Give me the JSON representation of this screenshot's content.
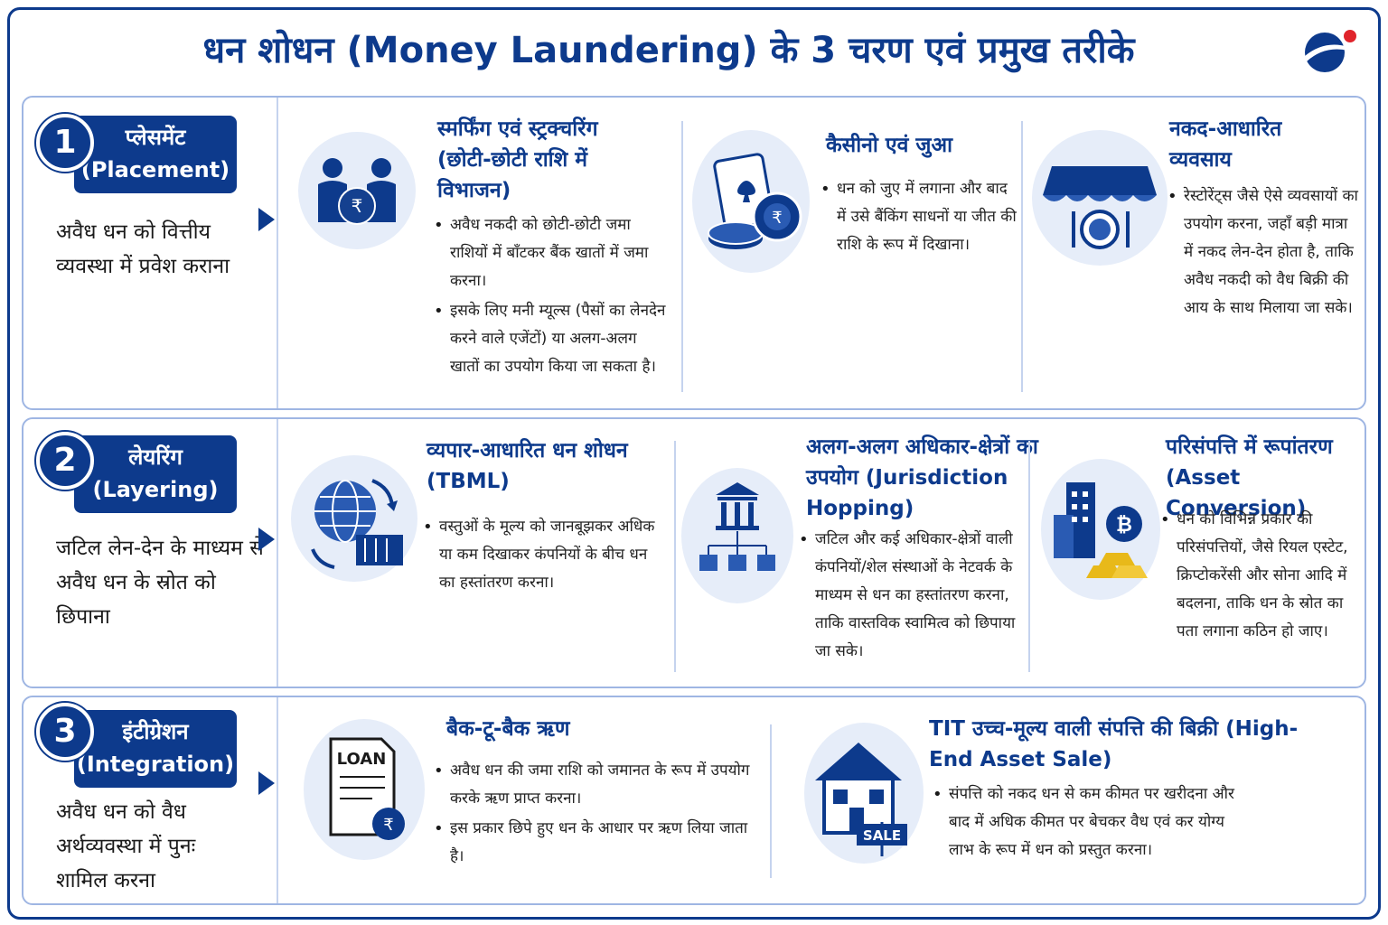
{
  "header": {
    "title": "धन शोधन (Money Laundering) के 3 चरण एवं प्रमुख तरीके"
  },
  "stages": [
    {
      "number": "1",
      "name_hi": "प्लेसमेंट",
      "name_en": "(Placement)",
      "description": "अवैध धन को वित्तीय व्यवस्था में प्रवेश कराना",
      "methods": [
        {
          "title": "स्मर्फिंग एवं स्ट्रक्चरिंग (छोटी-छोटी राशि में विभाजन)",
          "points": [
            "अवैध नकदी को छोटी-छोटी जमा राशियों में बाँटकर बैंक खातों में जमा करना।",
            "इसके लिए मनी म्यूल्स (पैसों का लेनदेन करने वाले एजेंटों) या अलग-अलग खातों का उपयोग किया जा सकता है।"
          ],
          "icon": "money-bag-exchange-icon"
        },
        {
          "title": "कैसीनो एवं जुआ",
          "points": [
            "धन को जुए में लगाना और बाद में उसे बैंकिंग साधनों या जीत की राशि के रूप में दिखाना।"
          ],
          "icon": "casino-chips-icon"
        },
        {
          "title": "नकद-आधारित व्यवसाय",
          "points": [
            "रेस्टोरेंट्स जैसे ऐसे व्यवसायों का उपयोग करना, जहाँ बड़ी मात्रा में नकद लेन-देन होता है, ताकि अवैध नकदी को वैध बिक्री की आय के साथ मिलाया जा सके।"
          ],
          "icon": "restaurant-icon"
        }
      ]
    },
    {
      "number": "2",
      "name_hi": "लेयरिंग",
      "name_en": "(Layering)",
      "description": "जटिल लेन-देन के माध्यम से अवैध धन के स्रोत को छिपाना",
      "methods": [
        {
          "title": "व्यपार-आधारित धन शोधन (TBML)",
          "points": [
            "वस्तुओं के मूल्य को जानबूझकर अधिक या कम दिखाकर कंपनियों के बीच धन का हस्तांतरण करना।"
          ],
          "icon": "globe-container-icon"
        },
        {
          "title": "अलग-अलग अधिकार-क्षेत्रों का उपयोग (Jurisdiction Hopping)",
          "points": [
            "जटिल और कई अधिकार-क्षेत्रों वाली कंपनियों/शेल संस्थाओं के नेटवर्क के माध्यम से धन का हस्तांतरण करना, ताकि वास्तविक स्वामित्व को छिपाया जा सके।"
          ],
          "icon": "bank-network-icon"
        },
        {
          "title": "परिसंपत्ति में रूपांतरण (Asset Conversion)",
          "points": [
            "धन को विभिन्न प्रकार की परिसंपत्तियों, जैसे रियल एस्टेट, क्रिप्टोकरेंसी और सोना आदि में बदलना, ताकि धन के स्रोत का पता लगाना कठिन हो जाए।"
          ],
          "icon": "building-bitcoin-gold-icon"
        }
      ]
    },
    {
      "number": "3",
      "name_hi": "इंटीग्रेशन",
      "name_en": "(Integration)",
      "description": "अवैध धन को वैध अर्थव्यवस्था में पुनः शामिल करना",
      "methods": [
        {
          "title": "बैक-टू-बैक ऋण",
          "points": [
            "अवैध धन की जमा राशि को जमानत के रूप में उपयोग करके ऋण प्राप्त करना।",
            "इस प्रकार छिपे हुए धन के आधार पर ऋण लिया जाता है।"
          ],
          "icon": "loan-document-icon",
          "icon_text": "LOAN"
        },
        {
          "title": "TIT उच्च-मूल्य वाली संपत्ति की बिक्री (High-End Asset Sale)",
          "points": [
            "संपत्ति को नकद धन से कम कीमत पर खरीदना और बाद में अधिक कीमत पर बेचकर वैध एवं कर योग्य लाभ के रूप में धन को प्रस्तुत करना।"
          ],
          "icon": "house-sale-icon",
          "icon_text": "SALE"
        }
      ]
    }
  ],
  "colors": {
    "primary": "#0d3a8c",
    "accent_red": "#e0242b",
    "icon_bg": "#e6edf9",
    "border": "#9fb6e3"
  }
}
